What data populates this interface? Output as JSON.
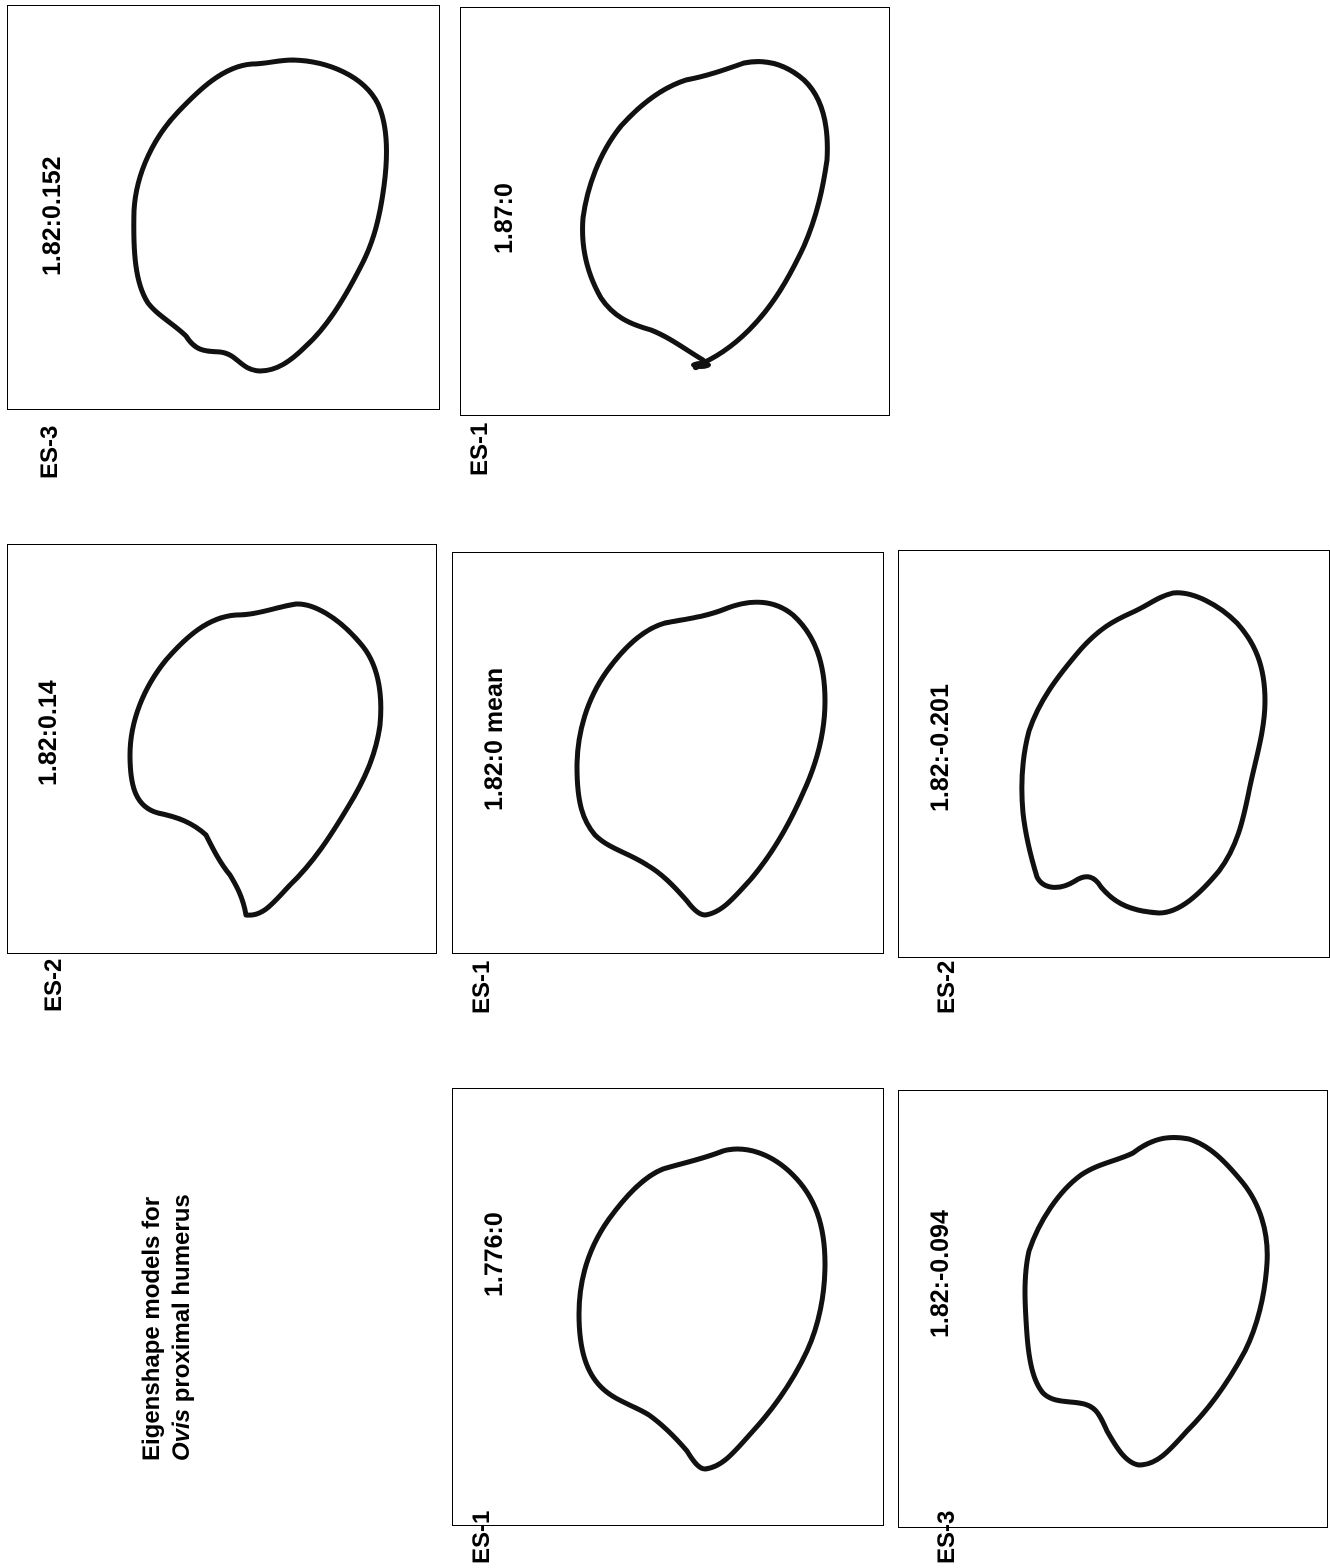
{
  "title": {
    "line1": "Eigenshape models for",
    "line2_italic": "Ovis",
    "line2_rest": " proximal humerus"
  },
  "panels": [
    {
      "id": "p1",
      "value_label": "1.82:0.152",
      "es_label": "ES-3"
    },
    {
      "id": "p2",
      "value_label": "1.87:0",
      "es_label": "ES-1"
    },
    {
      "id": "p3",
      "value_label": "1.82:0.14",
      "es_label": "ES-2"
    },
    {
      "id": "p4",
      "value_label": "1.82:0  mean",
      "es_label": "ES-1"
    },
    {
      "id": "p5",
      "value_label": "1.82:-0.201",
      "es_label": "ES-2"
    },
    {
      "id": "p6",
      "value_label": "1.776:0",
      "es_label": "ES-1"
    },
    {
      "id": "p7",
      "value_label": "1.82:-0.094",
      "es_label": "ES-3"
    }
  ],
  "colors": {
    "line": "#111111",
    "border": "#000000",
    "background": "#ffffff"
  }
}
